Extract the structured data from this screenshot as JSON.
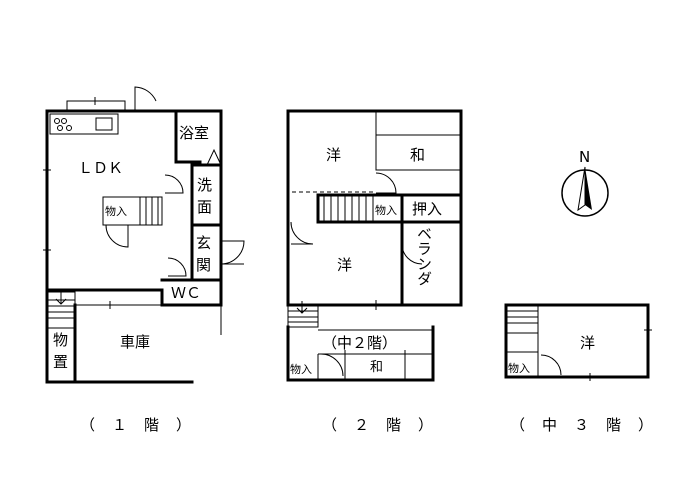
{
  "floor1": {
    "ldk": "ＬＤＫ",
    "bath": "浴室",
    "wash_1": "洗",
    "wash_2": "面",
    "entrance_1": "玄",
    "entrance_2": "関",
    "wc": "ＷＣ",
    "storage_small": "物入",
    "shed_1": "物",
    "shed_2": "置",
    "garage": "車庫",
    "caption": "（　１　階　）"
  },
  "floor2": {
    "western_top": "洋",
    "japanese_top": "和",
    "western_mid": "洋",
    "closet": "押入",
    "storage": "物入",
    "veranda": "ベランダ",
    "mezz_label": "（中２階）",
    "mezz_storage": "物入",
    "mezz_japanese": "和",
    "caption": "（　２　階　）"
  },
  "floor3": {
    "western": "洋",
    "storage": "物入",
    "caption": "（　中　３　階　）"
  },
  "compass": {
    "north": "N"
  }
}
